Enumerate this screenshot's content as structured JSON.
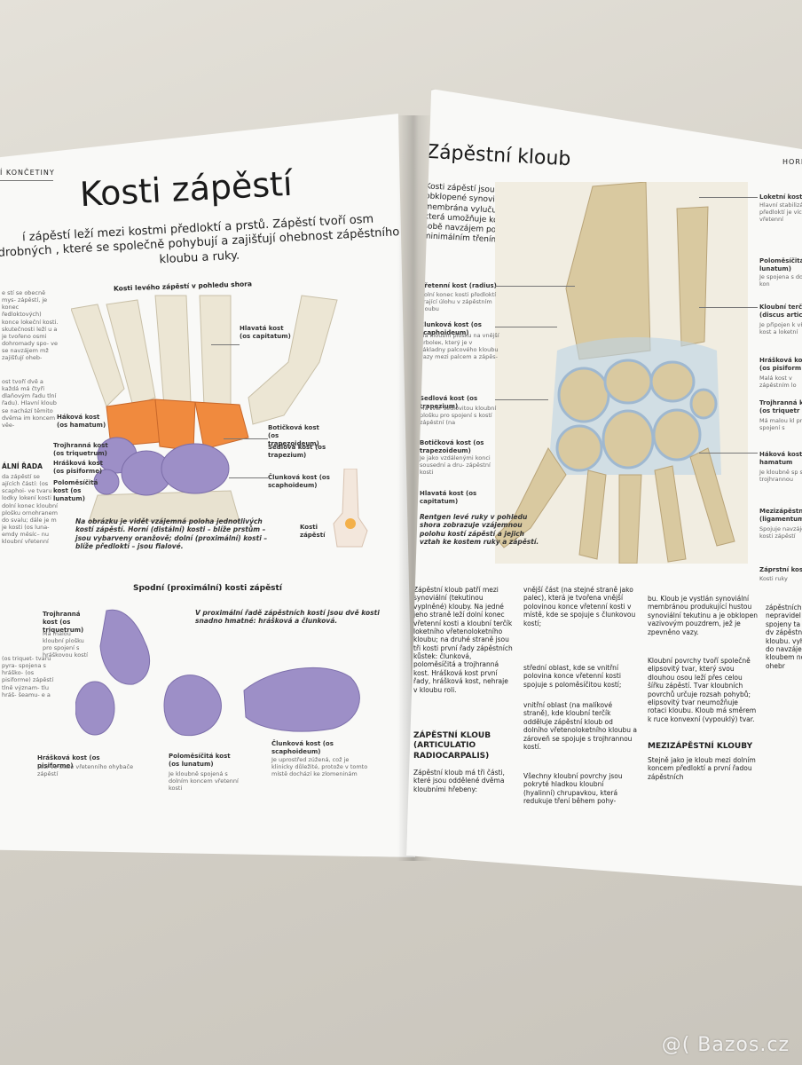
{
  "left": {
    "running_head": "Í KONČETINY",
    "title": "Kosti zápěstí",
    "intro": "í zápěstí leží mezi kostmi předloktí a prstů. Zápěstí tvoří osm drobných , které se společně pohybují a zajišťují ohebnost zápěstního kloubu a ruky.",
    "fig1_caption_title": "Kosti levého zápěstí v pohledu shora",
    "labels": {
      "hlavata": "Hlavatá kost (os capitatum)",
      "hakova": "Háková kost (os hamatum)",
      "trojhranna": "Trojhranná kost (os triquetrum)",
      "hraskova": "Hrášková kost (os pisiforme)",
      "polomesicita": "Poloměsíčitá kost (os lunatum)",
      "botickova": "Botičková kost (os trapezoideum)",
      "sedlova": "Sedlová kost (os trapezium)",
      "clunkova": "Člunková kost (os scaphoideum)",
      "kosti_zapesti": "Kosti zápěstí"
    },
    "fig1_caption": "Na obrázku je vidět vzájemná poloha jednotlivých kostí zápěstí. Horní (distální) kosti – blíže prstům – jsou vybarveny oranžově; dolní (proximální) kosti – blíže předloktí – jsou fialové.",
    "fig2_title": "Spodní (proximální) kosti zápěstí",
    "fig2_intro": "V proximální řadě zápěstních kostí jsou dvě kosti snadno hmatné: hrášková a člunková.",
    "bone_trojhranna_title": "Trojhranná kost (os triquetrum)",
    "bone_trojhranna_text": "Má malou kloubní plošku pro spojení s hráškovou kostí",
    "bone_hraskova_title": "Hrášková kost (os pisiforme)",
    "bone_hraskova_text": "Leží ve šlaze vřetenního ohybače zápěstí",
    "bone_polomesicita_title": "Poloměsíčitá kost (os lunatum)",
    "bone_polomesicita_text": "Je kloubně spojená s dolním koncem vřetenní kosti",
    "bone_clunkova_title": "Člunková kost (os scaphoideum)",
    "bone_clunkova_text": "Je uprostřed zúžená, což je klinicky důležité, protože v tomto místě dochází ke zlomeninám",
    "col_text_1": "e stí se obecně mys- zápěstí, je konec ředloktových) konce lokeční kosti. skutečnosti leží u a je tvořeno osmi dohromady spo- ve se navzájem mž zajišťují oheb-",
    "col_text_2": "ost tvoří dvě a každá má čtyři dlaňovým řadu tlní řadu). Hlavní kloub se nachází těmito dvěma im koncem věe-",
    "section_alni_rada": "ÁLNÍ ŘADA",
    "col_text_3": "da zápěstí se ajících částí: (os scaphoi- ve tvaru lodky lokení kosti dolní konec kloubní plošku ornohranem do svalu; dále je m je kosti (os luna- emdy měsíc– nu kloubní vřetenní",
    "col_text_4": "(os triquet- tvaru pyra- spojena s hráško- (os pisiforme) zápěstí tlně význam- tlu hráš- šeamu- e a"
  },
  "right": {
    "title": "Zápěstní kloub",
    "running_head": "HORN",
    "intro": "Kosti zápěstí jsou pokryté chrupavkou a obklopené synoviální membránou. Tato membrána vylučuje vazkou tekutinu, která umožňuje kostem, aby se po sobě navzájem pohybovaly s minimálním třením.",
    "labels_left": [
      {
        "title": "Vřetenní kost (radius)",
        "text": "Dolní konec kosti předloktí hrající úlohu v zápěstním kloubu"
      },
      {
        "title": "Člunková kost (os scaphoideum)",
        "text": "Má kloubní plošku na vnější hrboleк, který je v základny palcového kloubu vazy mezi palcem a zápěs-"
      },
      {
        "title": "Sedlová kost (os trapezium)",
        "text": "Má tvar sedlovitou kloubní plošku pro spojení s kostí zápěstní (na"
      },
      {
        "title": "Botičková kost (os trapezoideum)",
        "text": "Je jako vzdálenými konci sousední a dru- zápěstní kosti"
      },
      {
        "title": "Hlavatá kost (os capitatum)",
        "text": ""
      }
    ],
    "labels_right": [
      {
        "title": "Loketní kost",
        "text": "Hlavní stabilizátor předloktí je více vřetenní"
      },
      {
        "title": "Poloměsíčitá (os lunatum)",
        "text": "Je spojena s dolním kon"
      },
      {
        "title": "Kloubní terčík (discus articu",
        "text": "Je připojen k vřetenní kost a loketní"
      },
      {
        "title": "Hrášková kost (os pisiform",
        "text": "Malá kost v zápěstním lo"
      },
      {
        "title": "Trojhranná kos (os triquetr",
        "text": "Má malou kl pro spojení s"
      },
      {
        "title": "Háková kost (os hamatum",
        "text": "Je kloubně sp s trojhrannou"
      },
      {
        "title": "Mezizápěstní (ligamentum",
        "text": "Spojuje navzájem kosti zápěstí"
      },
      {
        "title": "Záprstní kost",
        "text": "Kosti ruky"
      }
    ],
    "fig_caption": "Rentgen levé ruky v pohledu shora zobrazuje vzájemnou polohu kostí zápěstí a jejich vztah ke kostem ruky a zápěstí.",
    "col1": "Zápěstní kloub patří mezi synoviální (tekutinou vyplněné) klouby. Na jedné jeho straně leží dolní konec vřetenní kosti a kloubní terčík loketního vřetenoloketního kloubu; na druhé straně jsou tři kosti první řady zápěstních kůstek: člunková, poloměsíčitá a trojhranná kost. Hrášková kost první řady, hrášková kost, nehraje v kloubu roli.",
    "col1_heading": "ZÁPĚSTNÍ KLOUB (ARTICULATIO RADIOCARPALIS)",
    "col1b": "Zápěstní kloub má tři části, které jsou oddělené dvěma kloubními hřebeny:",
    "col2_items": [
      "vnější část (na stejné straně jako palec), která je tvořena vnější polovinou konce vřetenní kosti v místě, kde se spojuje s člunkovou kostí;",
      "střední oblast, kde se vnitřní polovina konce vřetenní kosti spojuje s poloměsíčitou kostí;",
      "vnitřní oblast (na malíkové straně), kde kloubní terčík odděluje zápěstní kloub od dolního vřetenoloketního kloubu a zároveň se spojuje s trojhrannou kostí."
    ],
    "col2b": "Všechny kloubní povrchy jsou pokryté hladkou kloubní (hyalinní) chrupavkou, která redukuje tření během pohy-",
    "col3": "bu. Kloub je vystlán synoviální membránou produkující hustou synoviální tekutinu a je obklopen vazivovým pouzdrem, jež je zpevněno vazy.",
    "col3b": "Kloubní povrchy tvoří společně elipsovitý tvar, který svou dlouhou osou leží přes celou šířku zápěstí. Tvar kloubních povrchů určuje rozsah pohybů; elipsovitý tvar neumožňuje rotaci kloubu. Kloub má směrem k ruce konvexní (vypouklý) tvar.",
    "col3_heading": "MEZIZÁPĚSTNÍ KLOUBY",
    "col3c": "Stejně jako je kloub mezi dolním koncem předloktí a první řadou zápěstních",
    "col4": "zápěstních kosti nepravidel sou spojeny ta Mezi dv zápěstní kloubu. vyhlhá do navzájem kloubem nou ohebr"
  },
  "watermark": "@( Bazos.cz",
  "colors": {
    "orange": "#f08a3e",
    "purple": "#9d8fc7",
    "bone": "#e9e2cf",
    "xray_bone": "#d9c9a0",
    "xray_bg": "#f1ede1",
    "cartilage": "#bcd3e6"
  }
}
